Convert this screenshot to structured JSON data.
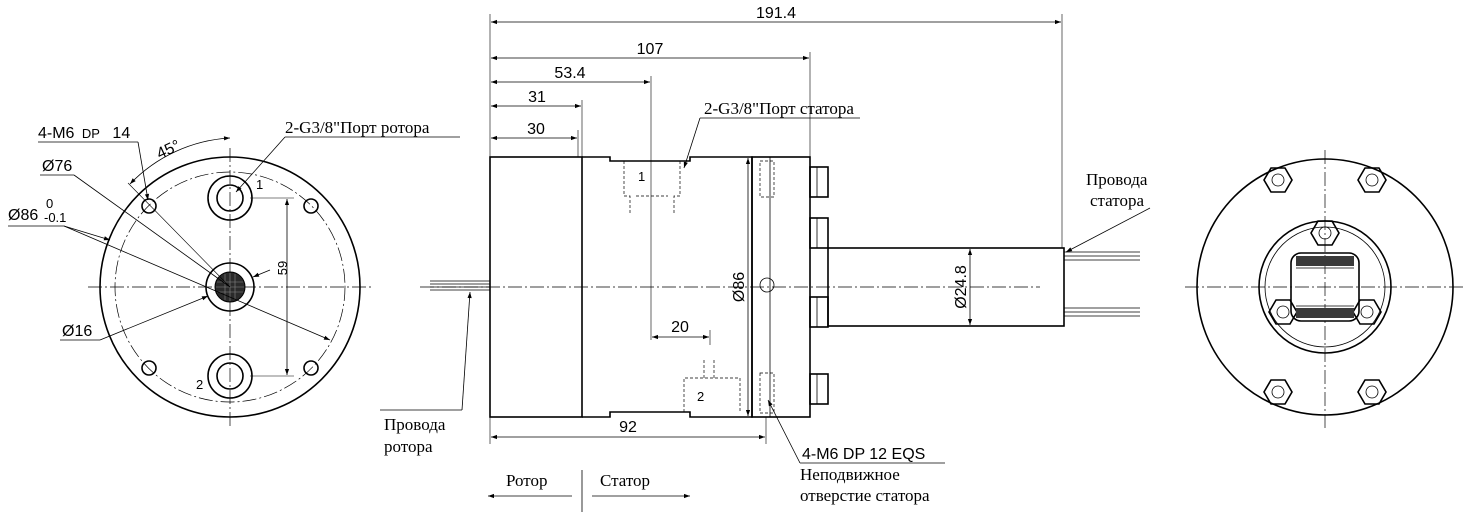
{
  "front_view": {
    "thread_holes": "4-M6",
    "thread_dp": "DP",
    "thread_depth": "14",
    "angle": "45°",
    "dia_76": "Ø76",
    "dia_86": "Ø86",
    "dia_86_tol_upper": "0",
    "dia_86_tol_lower": "-0.1",
    "dia_16": "Ø16",
    "rotor_port": "2-G3/8\"Порт ротора",
    "port_1": "1",
    "port_2": "2",
    "spacing_59": "59"
  },
  "side_view": {
    "dim_total": "191.4",
    "dim_107": "107",
    "dim_53_4": "53.4",
    "dim_31": "31",
    "dim_30": "30",
    "stator_port": "2-G3/8\"Порт статора",
    "port_1": "1",
    "port_2": "2",
    "dia_body": "Ø86",
    "dia_shaft": "Ø24.8",
    "dim_20": "20",
    "dim_92": "92",
    "stator_wires_line1": "Провода",
    "stator_wires_line2": "статора",
    "rotor_wires_line1": "Провода",
    "rotor_wires_line2": "ротора",
    "stator_hole_spec": "4-M6 DP 12 EQS",
    "stator_hole_line1": "Неподвижное",
    "stator_hole_line2": "отверстие статора",
    "rotor_label": "Ротор",
    "stator_label": "Статор"
  }
}
